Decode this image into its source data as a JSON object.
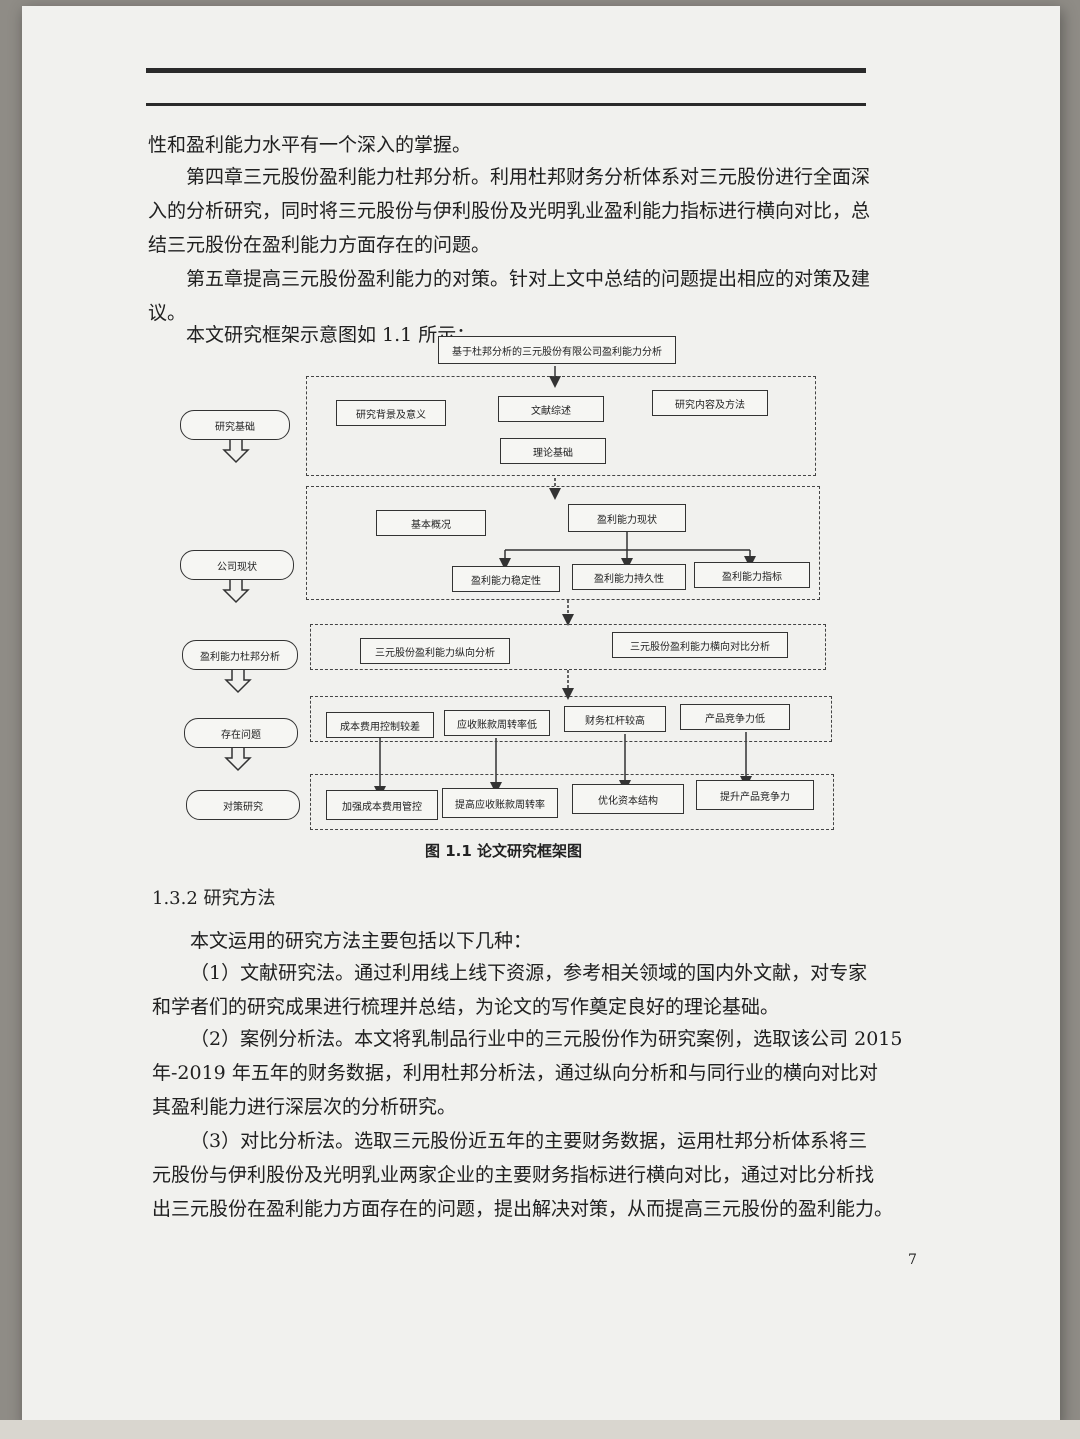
{
  "paragraphs_top": [
    "性和盈利能力水平有一个深入的掌握。",
    "第四章三元股份盈利能力杜邦分析。利用杜邦财务分析体系对三元股份进行全面深",
    "入的分析研究，同时将三元股份与伊利股份及光明乳业盈利能力指标进行横向对比，总",
    "结三元股份在盈利能力方面存在的问题。",
    "第五章提高三元股份盈利能力的对策。针对上文中总结的问题提出相应的对策及建",
    "议。",
    "本文研究框架示意图如 1.1 所示："
  ],
  "diagram": {
    "root": "基于杜邦分析的三元股份有限公司盈利能力分析",
    "stages": [
      "研究基础",
      "公司现状",
      "盈利能力杜邦分析",
      "存在问题",
      "对策研究"
    ],
    "group1": [
      "研究背景及意义",
      "文献综述",
      "研究内容及方法",
      "理论基础"
    ],
    "group2": {
      "basic": "基本概况",
      "current": "盈利能力现状",
      "sub": [
        "盈利能力稳定性",
        "盈利能力持久性",
        "盈利能力指标"
      ]
    },
    "group3": [
      "三元股份盈利能力纵向分析",
      "三元股份盈利能力横向对比分析"
    ],
    "group4": [
      "成本费用控制较差",
      "应收账款周转率低",
      "财务杠杆较高",
      "产品竞争力低"
    ],
    "group5": [
      "加强成本费用管控",
      "提高应收账款周转率",
      "优化资本结构",
      "提升产品竞争力"
    ]
  },
  "caption": "图 1.1  论文研究框架图",
  "section_heading": "1.3.2 研究方法",
  "paragraphs_bottom": [
    "本文运用的研究方法主要包括以下几种：",
    "（1）文献研究法。通过利用线上线下资源，参考相关领域的国内外文献，对专家",
    "和学者们的研究成果进行梳理并总结，为论文的写作奠定良好的理论基础。",
    "（2）案例分析法。本文将乳制品行业中的三元股份作为研究案例，选取该公司 2015",
    "年-2019 年五年的财务数据，利用杜邦分析法，通过纵向分析和与同行业的横向对比对",
    "其盈利能力进行深层次的分析研究。",
    "（3）对比分析法。选取三元股份近五年的主要财务数据，运用杜邦分析体系将三",
    "元股份与伊利股份及光明乳业两家企业的主要财务指标进行横向对比，通过对比分析找",
    "出三元股份在盈利能力方面存在的问题，提出解决对策，从而提高三元股份的盈利能力。"
  ],
  "page_number": "7"
}
